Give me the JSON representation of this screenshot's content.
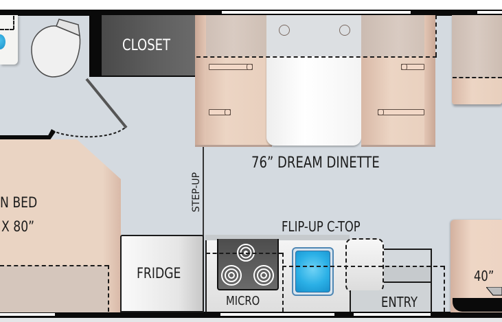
{
  "floorplan": {
    "title": "RV floor plan",
    "rooms": {
      "closet": {
        "label": "CLOSET"
      },
      "dinette": {
        "label": "76” DREAM DINETTE"
      },
      "bed": {
        "line1": "N BED",
        "line2": "X 80”"
      },
      "step_up": {
        "label": "STEP-UP"
      },
      "fridge": {
        "label": "FRIDGE"
      },
      "microwave": {
        "label": "MICRO"
      },
      "countertop": {
        "label": "FLIP-UP C-TOP"
      },
      "entry": {
        "label": "ENTRY"
      },
      "cab_seat": {
        "label": "40”"
      }
    },
    "colors": {
      "floor": "#d4dae0",
      "wall": "#0a0a0a",
      "cushion": "#ecd5c4",
      "closet": "#555555",
      "sink_blue": "#2bb0e6",
      "appliance": "#e6e7e8"
    }
  }
}
